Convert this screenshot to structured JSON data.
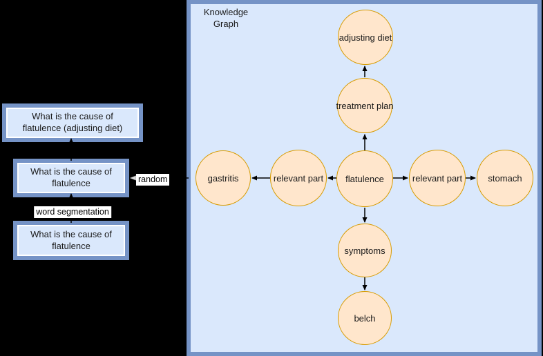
{
  "panel": {
    "title": "Knowledge\nGraph"
  },
  "graph": {
    "nodes": [
      {
        "id": "adjusting-diet",
        "label": "adjusting diet"
      },
      {
        "id": "treatment-plan",
        "label": "treatment plan"
      },
      {
        "id": "gastritis",
        "label": "gastritis"
      },
      {
        "id": "relevant-part-left",
        "label": "relevant part"
      },
      {
        "id": "flatulence",
        "label": "flatulence"
      },
      {
        "id": "relevant-part-right",
        "label": "relevant part"
      },
      {
        "id": "stomach",
        "label": "stomach"
      },
      {
        "id": "symptoms",
        "label": "symptoms"
      },
      {
        "id": "belch",
        "label": "belch"
      }
    ],
    "edges": [
      {
        "from": "flatulence",
        "to": "treatment plan"
      },
      {
        "from": "treatment plan",
        "to": "adjusting diet"
      },
      {
        "from": "flatulence",
        "to": "relevant part (left)"
      },
      {
        "from": "relevant part (left)",
        "to": "gastritis"
      },
      {
        "from": "flatulence",
        "to": "relevant part (right)"
      },
      {
        "from": "relevant part (right)",
        "to": "stomach"
      },
      {
        "from": "flatulence",
        "to": "symptoms"
      },
      {
        "from": "symptoms",
        "to": "belch"
      }
    ]
  },
  "flowchart": {
    "boxes": [
      {
        "id": "input-question",
        "text": "What is the cause of flatulence"
      },
      {
        "id": "segmented-question",
        "text": "What is the cause of flatulence"
      },
      {
        "id": "result-question",
        "text": "What is the cause of flatulence (adjusting diet)"
      }
    ],
    "edge_labels": {
      "word_segmentation": "word segmentation",
      "random": "random"
    },
    "edges": [
      {
        "from": "input question",
        "to": "segmented question",
        "label": "word segmentation"
      },
      {
        "from": "segmented question",
        "to": "result question",
        "label": ""
      },
      {
        "from": "knowledge graph",
        "to": "segmented question",
        "label": "random"
      }
    ]
  },
  "colors": {
    "background": "#000000",
    "panel_bg": "#dae8fc",
    "panel_border": "#7593c6",
    "box_bg": "#dae8fc",
    "box_border": "#7593c6",
    "node_fill": "#ffe6cc",
    "node_border": "#d79b00",
    "arrow": "#000000",
    "label_bg": "#ffffff"
  }
}
